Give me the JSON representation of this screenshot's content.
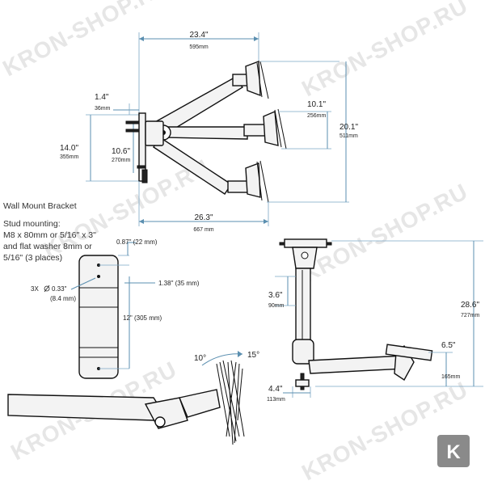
{
  "watermark": "KRON-SHOP.RU",
  "logo_letter": "K",
  "side_view": {
    "width_in": "23.4\"",
    "width_mm": "595mm",
    "offset_in": "1.4\"",
    "offset_mm": "36mm",
    "total_in": "14.0\"",
    "total_mm": "355mm",
    "inner_in": "10.6\"",
    "inner_mm": "270mm",
    "lift_in": "10.1\"",
    "lift_mm": "256mm",
    "height_in": "20.1\"",
    "height_mm": "511mm",
    "reach_in": "26.3\"",
    "reach_mm": "667 mm"
  },
  "bracket": {
    "title": "Wall Mount Bracket",
    "stud_lines": [
      "Stud mounting:",
      "M8 x 80mm or 5/16\" x 3\"",
      "and flat washer 8mm or",
      "5/16\" (3 places)"
    ],
    "top_offset": "0.87\" (22 mm)",
    "hole_offset": "1.38\" (35 mm)",
    "hole_spec": "3X",
    "hole_dia": "0.33\"",
    "hole_dia_mm": "(8.4 mm)",
    "spacing": "12\" (305 mm)"
  },
  "tilt": {
    "down": "10°",
    "up": "15°"
  },
  "pole_view": {
    "depth_in": "3.6\"",
    "depth_mm": "90mm",
    "height_in": "28.6\"",
    "height_mm": "727mm",
    "plate_in": "6.5\"",
    "plate_mm": "165mm",
    "base_in": "4.4\"",
    "base_mm": "113mm"
  },
  "colors": {
    "dimension": "#5b8fb0",
    "watermark": "#e6e6e6",
    "logo_bg": "#8a8a8a"
  }
}
